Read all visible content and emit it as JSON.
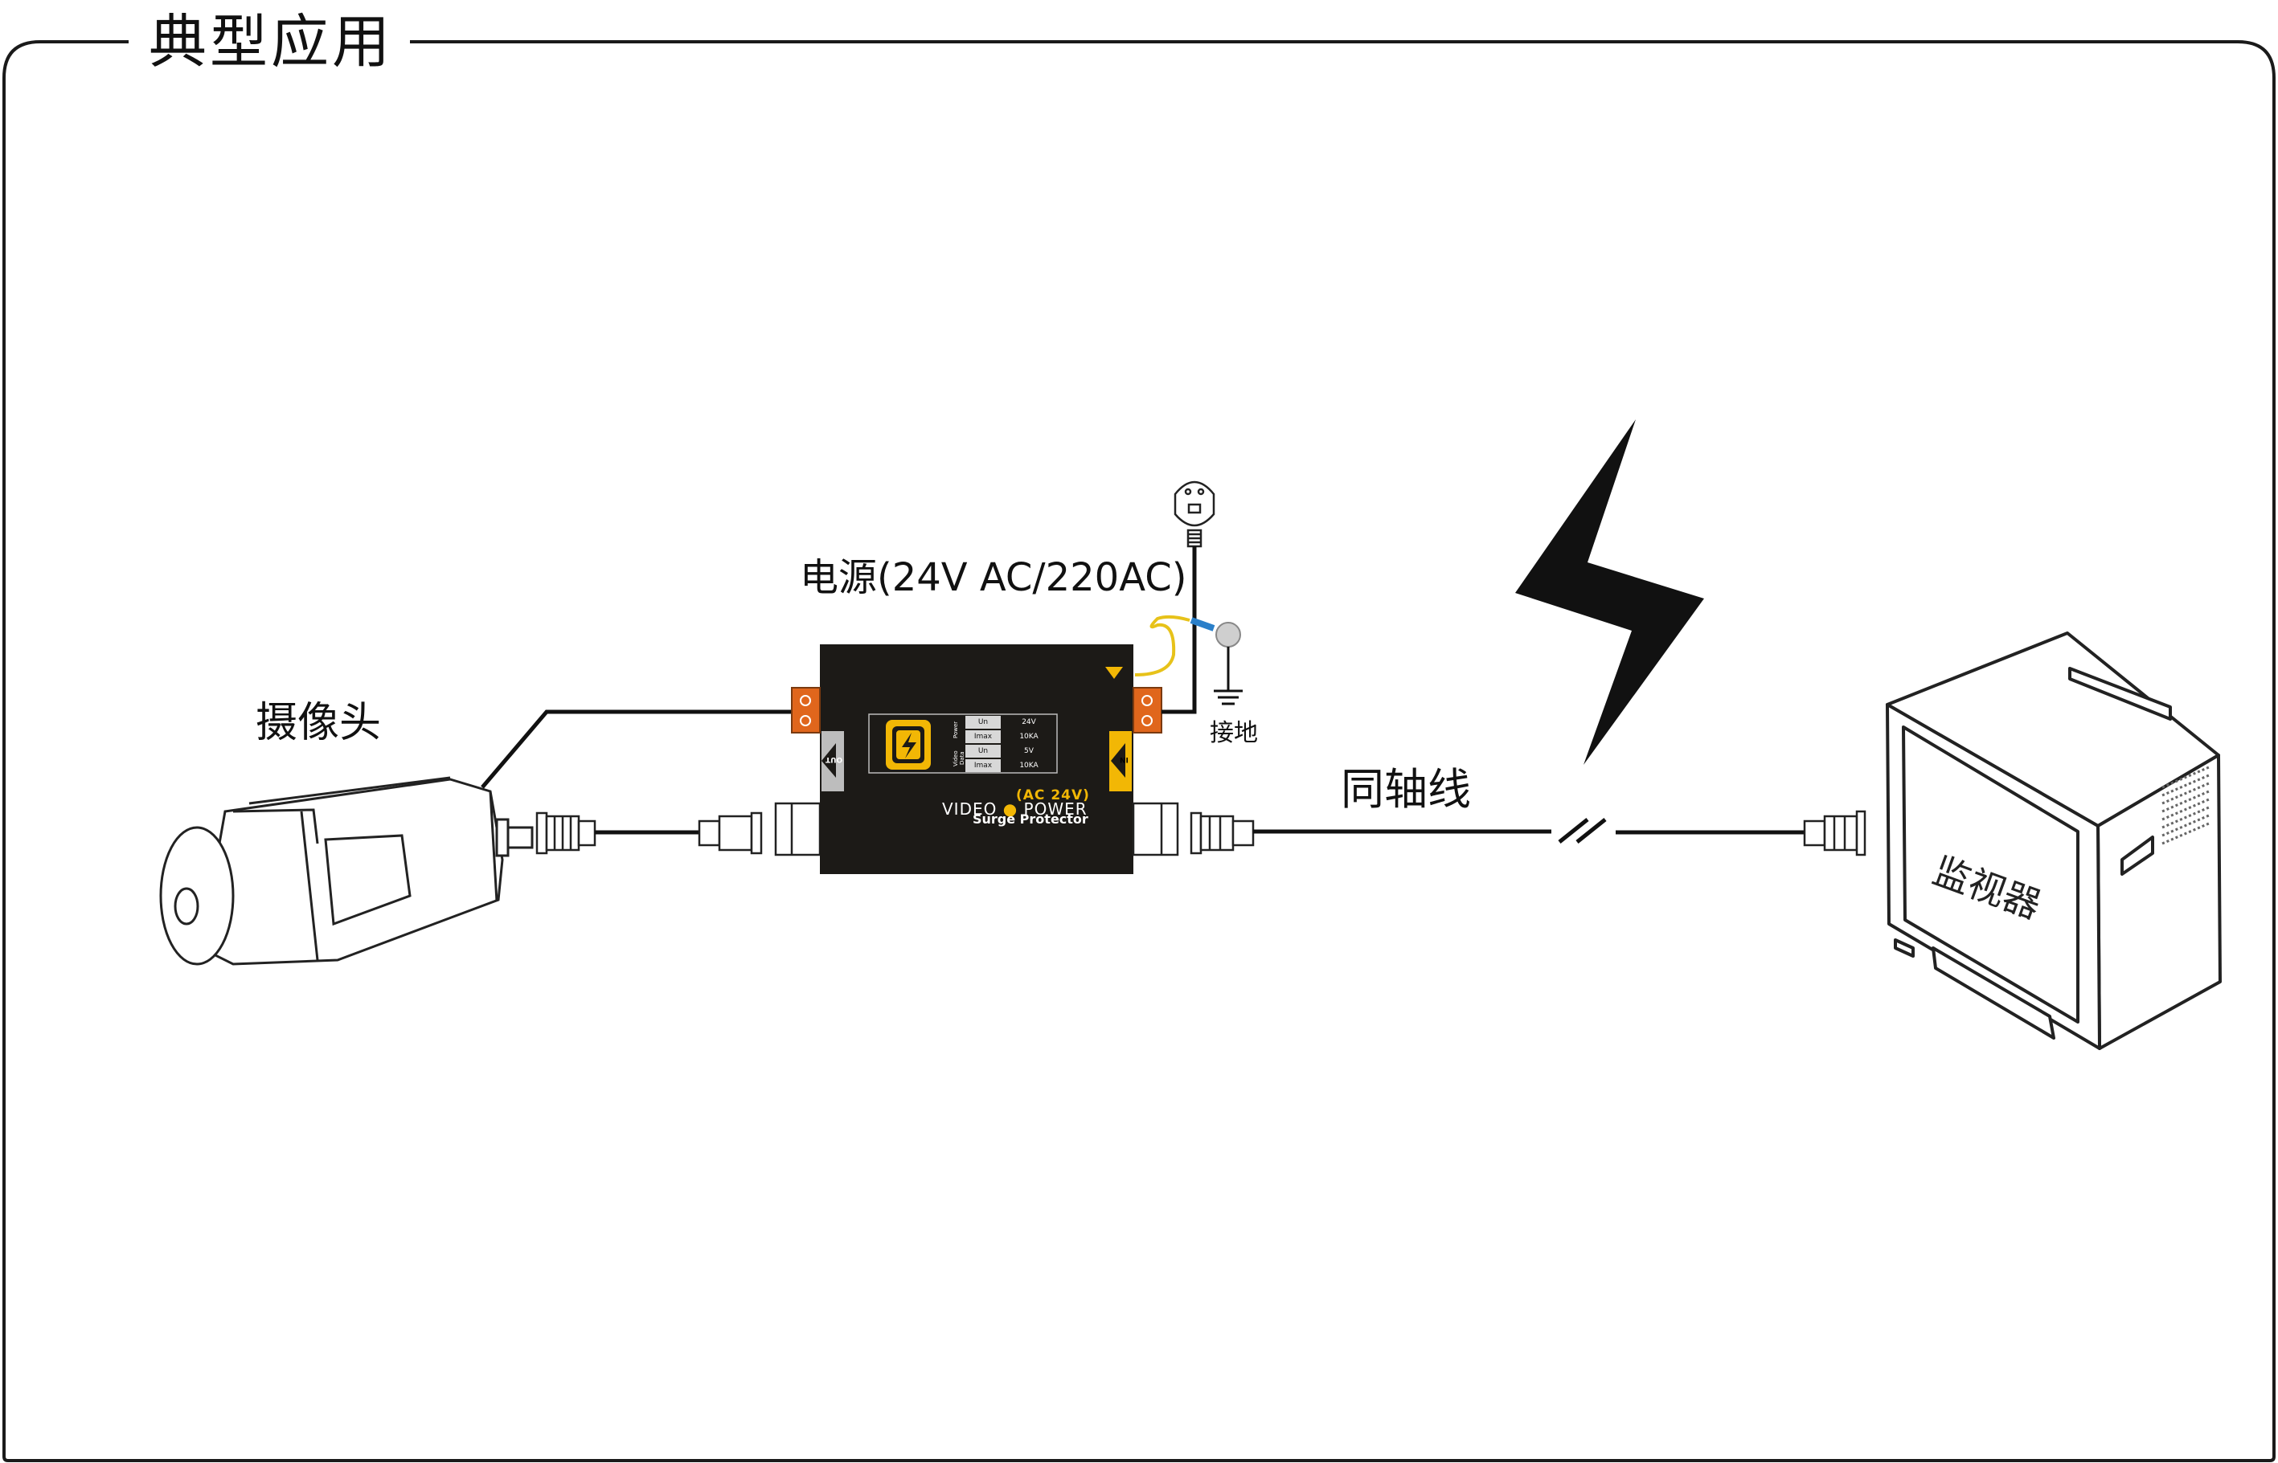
{
  "title": "典型应用",
  "labels": {
    "power": "电源(24V AC/220AC)",
    "ground": "接地",
    "camera": "摄像头",
    "coax": "同轴线",
    "monitor": "监视器"
  },
  "device": {
    "model": "(AC 24V)",
    "product_left": "VIDEO",
    "product_right": "POWER",
    "product_sub": "Surge Protector",
    "port_out": "OUT",
    "port_in": "IN",
    "spec_groups": {
      "power": "Power",
      "video": "Video Data"
    },
    "specs": [
      {
        "key": "Un",
        "value": "24V"
      },
      {
        "key": "Imax",
        "value": "10KA"
      },
      {
        "key": "Un",
        "value": "5V"
      },
      {
        "key": "Imax",
        "value": "10KA"
      }
    ]
  },
  "colors": {
    "line": "#111111",
    "device_body": "#1c1a17",
    "accent_yellow": "#f2b705",
    "terminal_orange": "#e0661c",
    "ground_wire": "#2a7fc9",
    "ground_wire_yellow": "#e7c21a"
  }
}
